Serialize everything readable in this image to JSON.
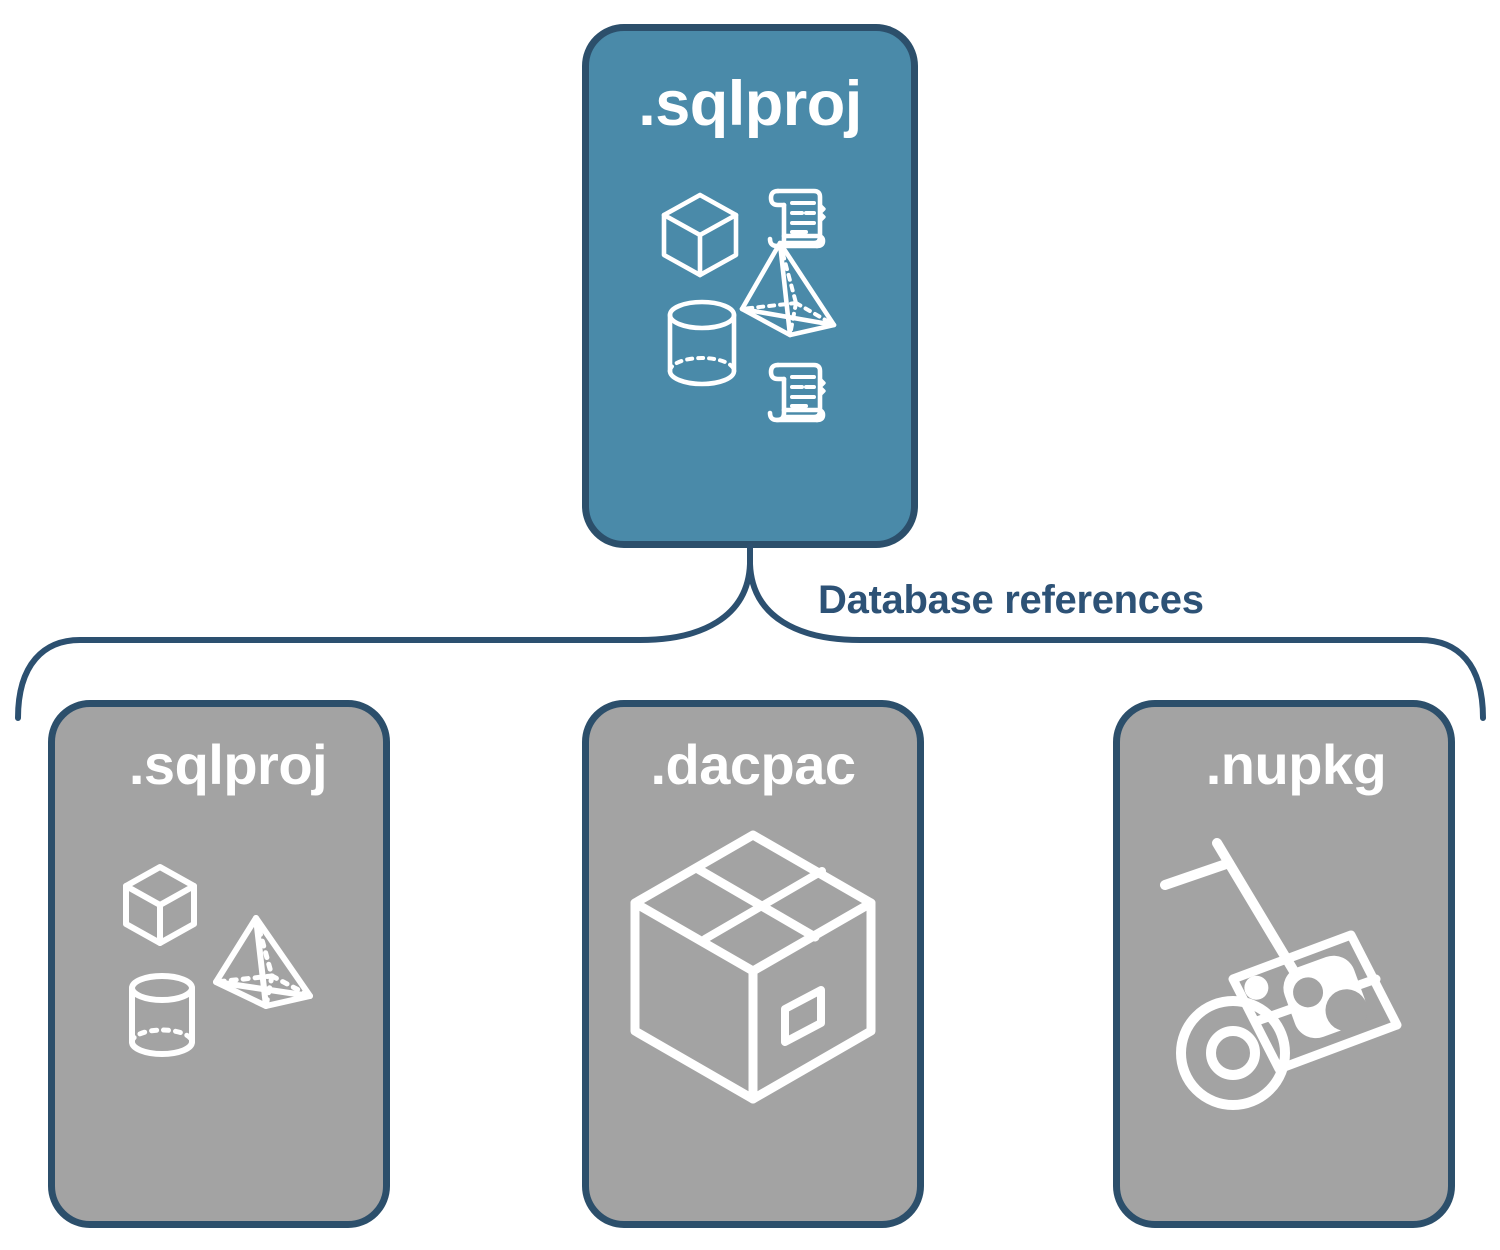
{
  "diagram": {
    "title": "Database references diagram",
    "colors": {
      "root_fill": "#4a8aa9",
      "leaf_fill": "#a3a3a3",
      "border": "#2c4f6b",
      "label_text": "#2d5276",
      "icon_stroke": "#ffffff",
      "background": "#ffffff"
    }
  },
  "root": {
    "label": ".sqlproj",
    "icons": [
      "script-scroll-icon",
      "wireframe-cube-icon",
      "wireframe-pyramid-icon",
      "wireframe-cylinder-icon",
      "script-scroll-icon"
    ]
  },
  "connector": {
    "label": "Database references",
    "style": "curly-brace-bracket"
  },
  "leaves": [
    {
      "label": ".sqlproj",
      "icon_name": "wireframe-shapes-icon",
      "icons": [
        "wireframe-cube-icon",
        "wireframe-pyramid-icon",
        "wireframe-cylinder-icon"
      ]
    },
    {
      "label": ".dacpac",
      "icon_name": "cardboard-box-icon",
      "icons": [
        "cardboard-box-icon"
      ]
    },
    {
      "label": ".nupkg",
      "icon_name": "hand-truck-package-icon",
      "icons": [
        "hand-truck-icon",
        "nuget-package-icon"
      ]
    }
  ]
}
